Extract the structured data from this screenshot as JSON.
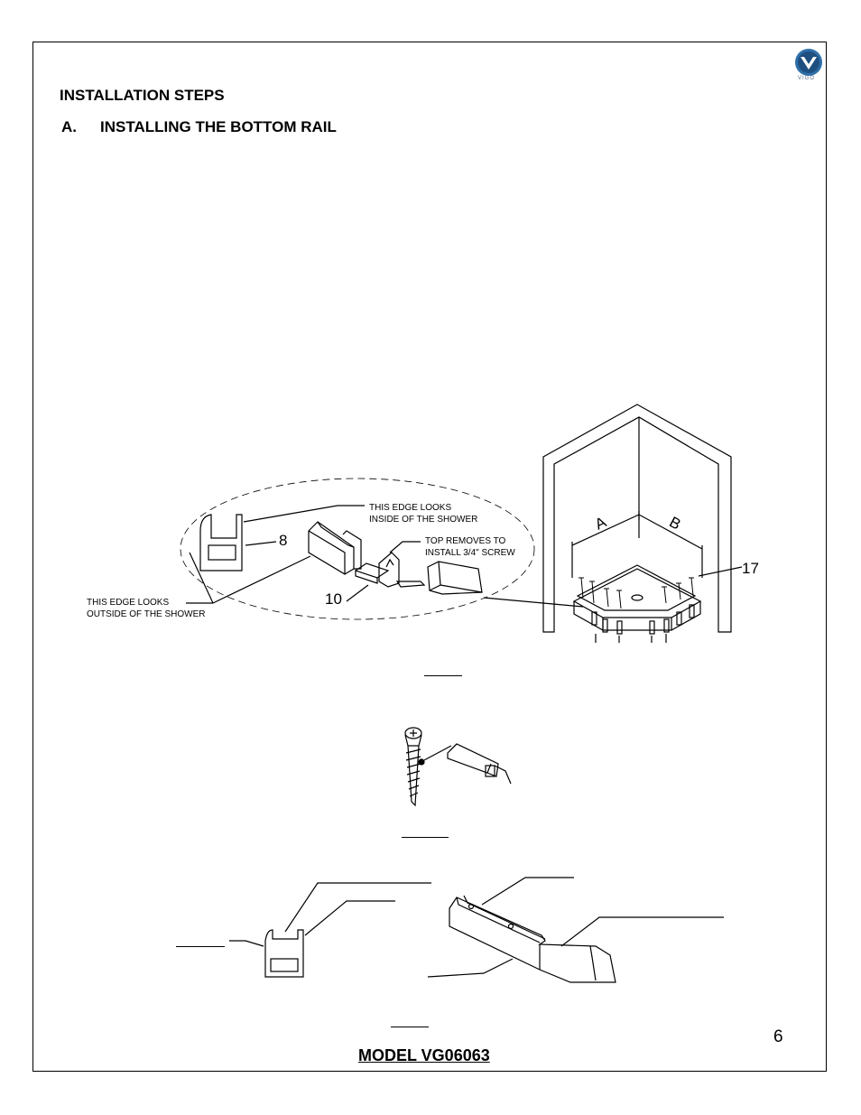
{
  "header": {
    "brand": "VIGO",
    "section_title": "INSTALLATION STEPS",
    "step_letter": "A.",
    "step_title": "INSTALLING THE BOTTOM RAIL"
  },
  "callouts": {
    "inside_edge": [
      "THIS EDGE LOOKS",
      "INSIDE OF THE SHOWER"
    ],
    "outside_edge": [
      "THIS EDGE LOOKS",
      "OUTSIDE OF THE SHOWER"
    ],
    "top_removes": [
      "TOP REMOVES TO",
      "INSTALL 3/4\" SCREW"
    ]
  },
  "part_numbers": {
    "bracket": "8",
    "clip": "10",
    "screws": "17"
  },
  "dimensions": {
    "a": "A",
    "b": "B"
  },
  "footer": {
    "page_number": "6",
    "model": "MODEL VG06063"
  },
  "icons": [
    "vigo-logo-icon",
    "screw-icon",
    "caulk-gun-icon"
  ]
}
